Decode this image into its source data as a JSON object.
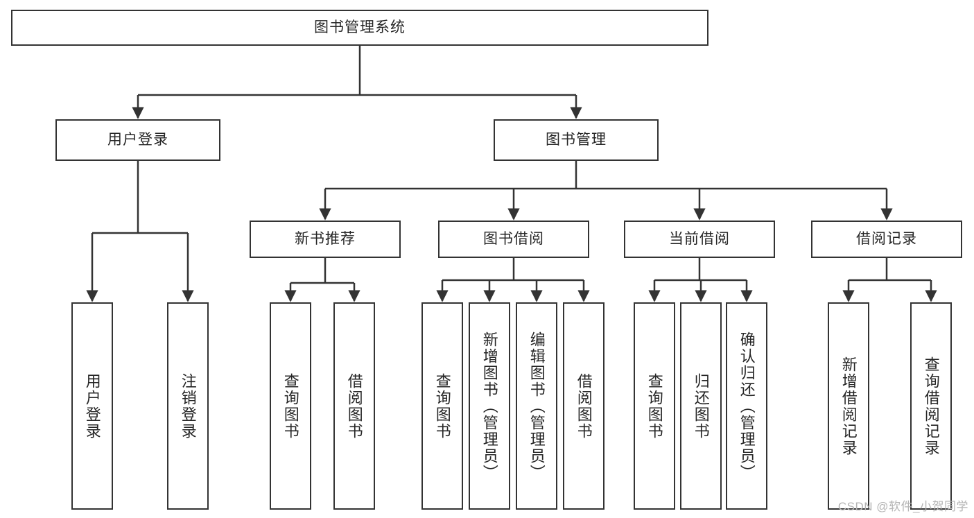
{
  "diagram": {
    "type": "tree",
    "title": "图书管理系统",
    "watermark": "CSDN @软件_小贺同学",
    "colors": {
      "box_border": "#333333",
      "box_fill": "#ffffff",
      "text": "#262626",
      "edge": "#333333",
      "watermark": "#b5b5b5",
      "background": "#ffffff"
    },
    "nodes": {
      "root": {
        "label": "图书管理系统",
        "level": 1
      },
      "user_login": {
        "label": "用户登录",
        "level": 2
      },
      "book_manage": {
        "label": "图书管理",
        "level": 2
      },
      "new_book_rec": {
        "label": "新书推荐",
        "level": 3
      },
      "book_borrow": {
        "label": "图书借阅",
        "level": 3
      },
      "current_borrow": {
        "label": "当前借阅",
        "level": 3
      },
      "borrow_record": {
        "label": "借阅记录",
        "level": 3
      },
      "leaf_user_login": {
        "label": "用户登录",
        "level": 3
      },
      "leaf_logout": {
        "label": "注销登录",
        "level": 3
      },
      "leaf_query_book_1": {
        "label": "查询图书",
        "level": 4
      },
      "leaf_borrow_book_1": {
        "label": "借阅图书",
        "level": 4
      },
      "leaf_query_book_2": {
        "label": "查询图书",
        "level": 4
      },
      "leaf_add_book": {
        "label": "新增图书（管理员）",
        "level": 4
      },
      "leaf_edit_book": {
        "label": "编辑图书（管理员）",
        "level": 4
      },
      "leaf_borrow_book_2": {
        "label": "借阅图书",
        "level": 4
      },
      "leaf_query_book_3": {
        "label": "查询图书",
        "level": 4
      },
      "leaf_return_book": {
        "label": "归还图书",
        "level": 4
      },
      "leaf_confirm_return": {
        "label": "确认归还（管理员）",
        "level": 4
      },
      "leaf_add_record": {
        "label": "新增借阅记录",
        "level": 4
      },
      "leaf_query_record": {
        "label": "查询借阅记录",
        "level": 4
      }
    },
    "edges": [
      {
        "from": "root",
        "to": "user_login"
      },
      {
        "from": "root",
        "to": "book_manage"
      },
      {
        "from": "user_login",
        "to": "leaf_user_login"
      },
      {
        "from": "user_login",
        "to": "leaf_logout"
      },
      {
        "from": "book_manage",
        "to": "new_book_rec"
      },
      {
        "from": "book_manage",
        "to": "book_borrow"
      },
      {
        "from": "book_manage",
        "to": "current_borrow"
      },
      {
        "from": "book_manage",
        "to": "borrow_record"
      },
      {
        "from": "new_book_rec",
        "to": "leaf_query_book_1"
      },
      {
        "from": "new_book_rec",
        "to": "leaf_borrow_book_1"
      },
      {
        "from": "book_borrow",
        "to": "leaf_query_book_2"
      },
      {
        "from": "book_borrow",
        "to": "leaf_add_book"
      },
      {
        "from": "book_borrow",
        "to": "leaf_edit_book"
      },
      {
        "from": "book_borrow",
        "to": "leaf_borrow_book_2"
      },
      {
        "from": "current_borrow",
        "to": "leaf_query_book_3"
      },
      {
        "from": "current_borrow",
        "to": "leaf_return_book"
      },
      {
        "from": "current_borrow",
        "to": "leaf_confirm_return"
      },
      {
        "from": "borrow_record",
        "to": "leaf_add_record"
      },
      {
        "from": "borrow_record",
        "to": "leaf_query_record"
      }
    ]
  }
}
